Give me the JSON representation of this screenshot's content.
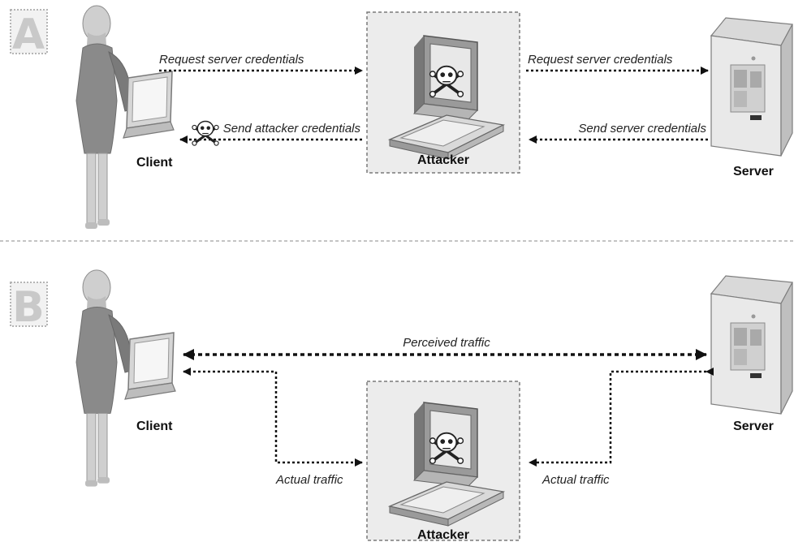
{
  "panel_a": {
    "letter": "A",
    "client_label": "Client",
    "attacker_label": "Attacker",
    "server_label": "Server",
    "msg_client_to_attacker": "Request server credentials",
    "msg_attacker_to_server": "Request server credentials",
    "msg_attacker_to_client": "Send attacker credentials",
    "msg_server_to_attacker": "Send server credentials"
  },
  "panel_b": {
    "letter": "B",
    "client_label": "Client",
    "attacker_label": "Attacker",
    "server_label": "Server",
    "perceived": "Perceived traffic",
    "actual_left": "Actual traffic",
    "actual_right": "Actual traffic"
  },
  "icons": [
    "person-icon",
    "laptop-icon",
    "desktop-computer-icon",
    "skull-crossbones-icon",
    "server-tower-icon"
  ],
  "colors": {
    "person": "#8a8a8a",
    "skin": "#cfcfcf",
    "panel_bg": "#ececec",
    "dashed": "#9a9a9a",
    "arrow": "#111111"
  }
}
